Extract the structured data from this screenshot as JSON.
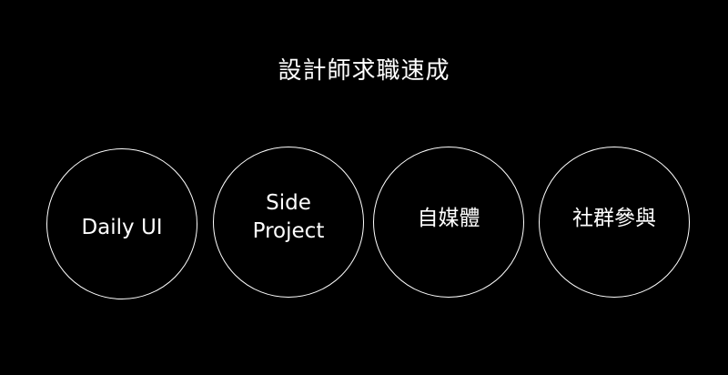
{
  "slide": {
    "title": "設計師求職速成",
    "items": [
      {
        "label": "Daily UI"
      },
      {
        "label": "Side\nProject"
      },
      {
        "label": "自媒體"
      },
      {
        "label": "社群參與"
      }
    ]
  },
  "colors": {
    "background": "#000000",
    "foreground": "#ffffff"
  }
}
